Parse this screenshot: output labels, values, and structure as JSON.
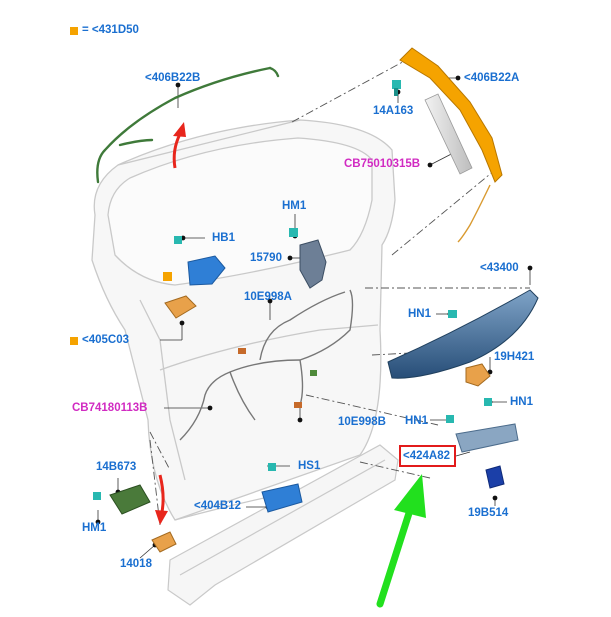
{
  "legend": {
    "text": "= <431D50",
    "color": "#f5a300"
  },
  "labels": {
    "l406B22B": "<406B22B",
    "l406B22A": "<406B22A",
    "l14A163": "14A163",
    "lCB75010315B": "CB75010315B",
    "lHM1_top": "HM1",
    "lHB1": "HB1",
    "l15790": "15790",
    "l43400": "<43400",
    "l10E998A": "10E998A",
    "lHN1_mid": "HN1",
    "l19H421": "19H421",
    "l405C03": "<405C03",
    "lCB74180113B": "CB74180113B",
    "l10E998B": "10E998B",
    "lHN1_low": "HN1",
    "lHN1_right": "HN1",
    "l424A82": "<424A82",
    "l14B673": "14B673",
    "lHS1": "HS1",
    "lHM1_low": "HM1",
    "l404B12": "<404B12",
    "l19B514": "19B514",
    "l14018": "14018"
  },
  "colors": {
    "label_blue": "#1a6fd0",
    "label_pink": "#d12bc2",
    "highlight_box": "#e21b1b",
    "pointer_arrow": "#22e01e",
    "motion_arrow": "#e8261c",
    "part_orange": "#f5a300",
    "part_blue": "#2f7fd6",
    "part_navy": "#3b6a9a",
    "part_green": "#3f7a3a"
  },
  "icons": [
    "green-pointer-arrow-icon",
    "red-motion-arrow-icon"
  ]
}
